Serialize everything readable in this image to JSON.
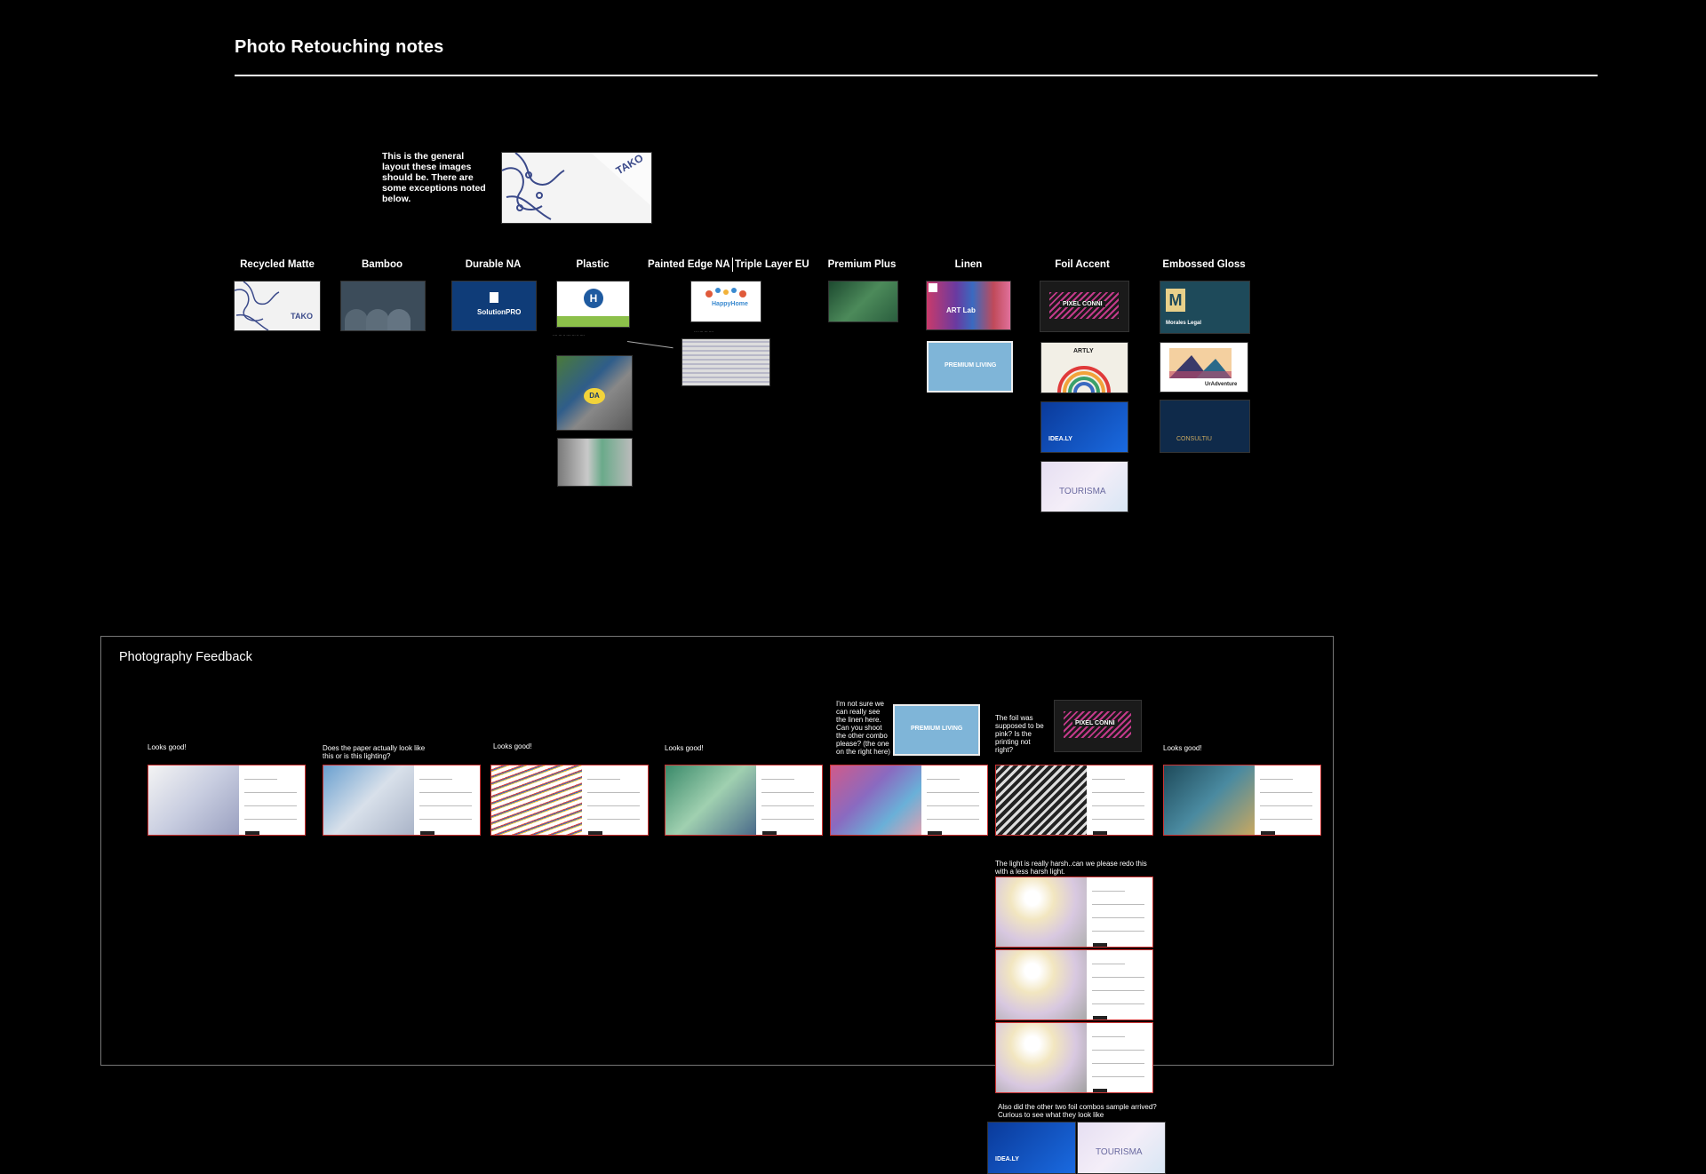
{
  "header": {
    "title": "Photo Retouching notes"
  },
  "intro": {
    "note": "This is the general layout these images should be. There are some exceptions noted below.",
    "sample_brand": "TAKO"
  },
  "columns": [
    {
      "label": "Recycled Matte"
    },
    {
      "label": "Bamboo"
    },
    {
      "label": "Durable NA"
    },
    {
      "label": "Plastic"
    },
    {
      "label": "Painted Edge NA"
    },
    {
      "label": "Triple Layer EU"
    },
    {
      "label": "Premium Plus"
    },
    {
      "label": "Linen"
    },
    {
      "label": "Foil Accent"
    },
    {
      "label": "Embossed Gloss"
    }
  ],
  "card_labels": {
    "tako": "TAKO",
    "solution": "SolutionPRO",
    "happy": "HappyHome",
    "artlab": "ART Lab",
    "premium_living": "PREMIUM LIVING",
    "pixel": "PIXEL CONNI",
    "artly": "ARTLY",
    "idealy": "IDEA.LY",
    "tourisma": "TOURISMA",
    "morales": "Morales Legal",
    "uradventure": "UrAdventure",
    "consultiu": "CONSULTIU",
    "letter_h": "H",
    "letter_m": "M",
    "letter_da": "DA"
  },
  "feedback": {
    "title": "Photography Feedback",
    "notes": {
      "n1": "Looks good!",
      "n2": "Does the paper actually look like this or is this lighting?",
      "n3": "Looks good!",
      "n4": "Looks good!",
      "n5": "I'm not sure we can really see the linen here. Can you shoot the other combo please? (the one on the right here)",
      "n6": "The foil was supposed to be pink? Is the printing not right?",
      "n7": "Looks good!",
      "n8": "The light is really harsh..can we please redo this with a less harsh light.",
      "n9": "Also did the other two foil combos sample arrived? Curious to see what they look like"
    }
  },
  "colors": {
    "background": "#000000",
    "text": "#ffffff",
    "frame_border": "#777777",
    "shot_border": "#cc3333"
  }
}
